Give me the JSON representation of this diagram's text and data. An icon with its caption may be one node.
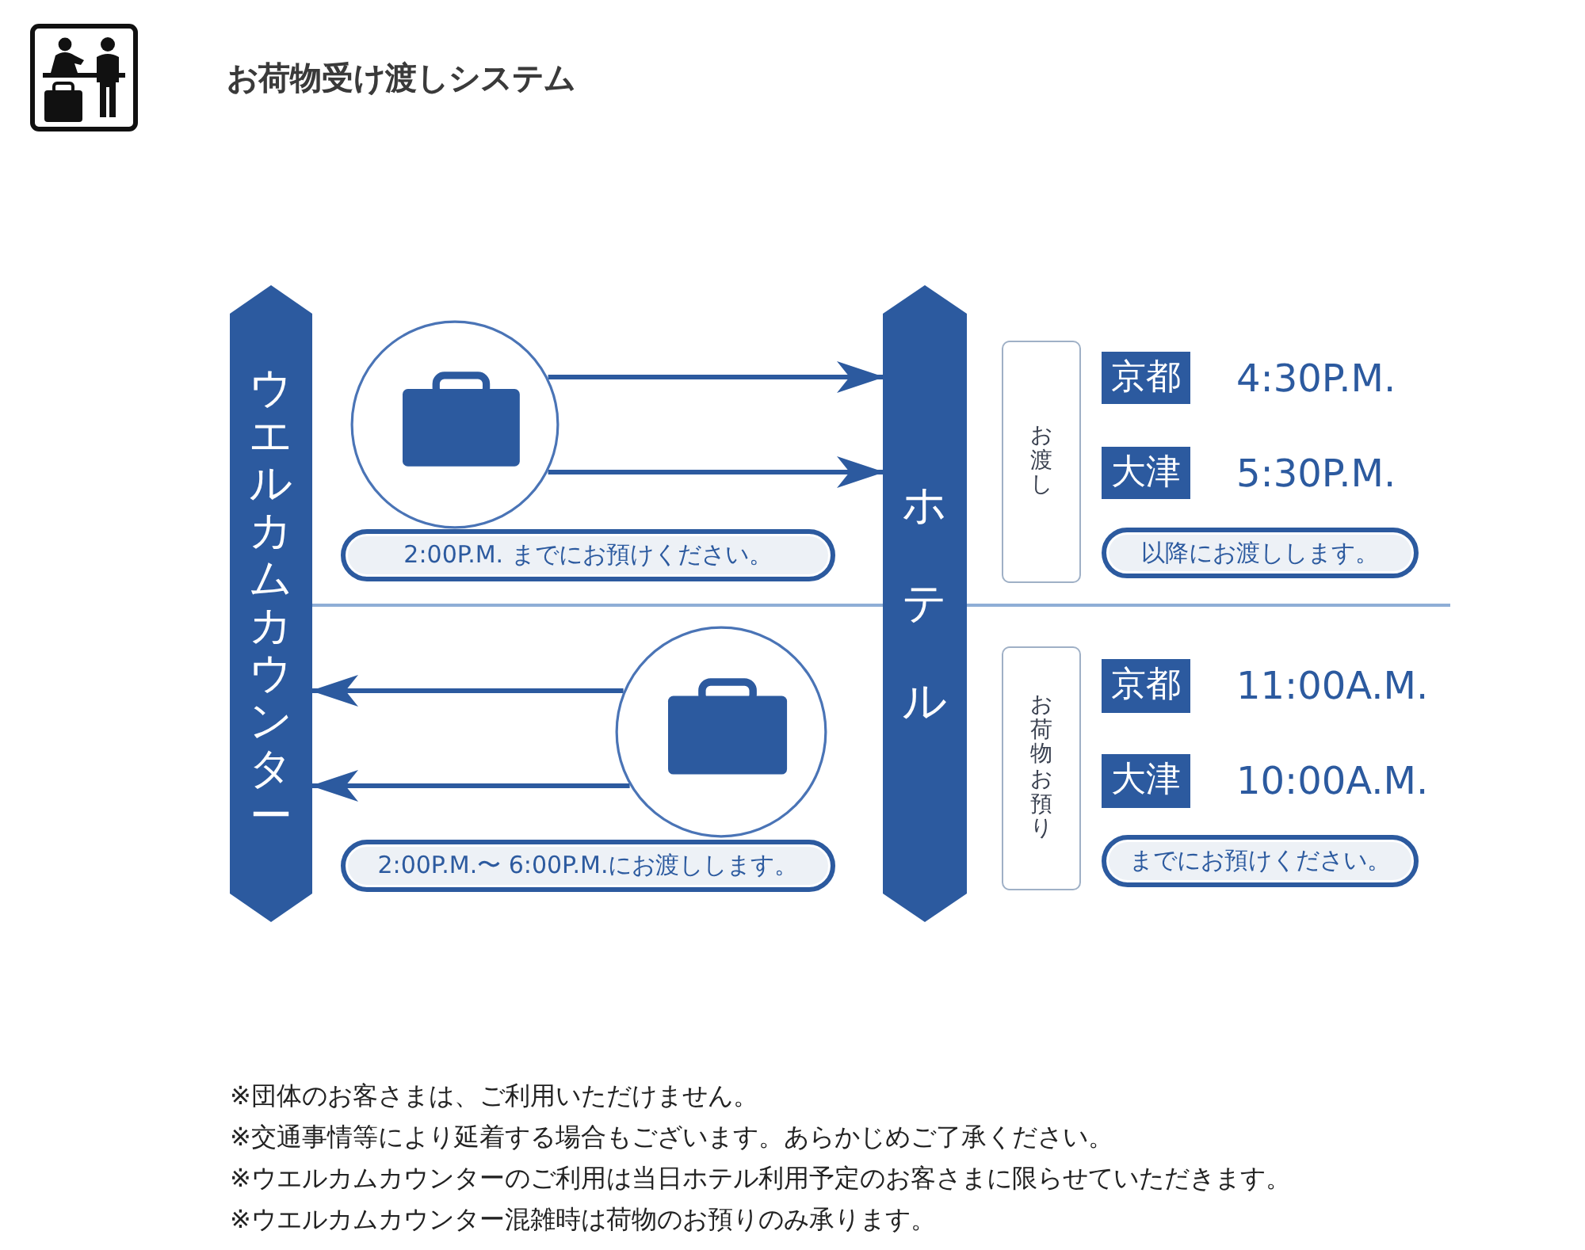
{
  "diagram": {
    "title": "お荷物受け渡しシステム",
    "nodes": [
      {
        "text": [
          "ウエルカムカウンター"
        ]
      },
      {
        "text": [
          "ホテル"
        ]
      },
      {
        "text": [],
        "shape": "picture"
      },
      {
        "text": [
          "2:00P.M. までにお預けください。"
        ]
      },
      {
        "text": [
          "お渡し"
        ]
      },
      {
        "text": [
          "京都"
        ],
        "beside": [
          "4:30P.M."
        ]
      },
      {
        "text": [
          "大津"
        ],
        "beside": [
          "5:30P.M."
        ]
      },
      {
        "text": [
          "以降にお渡しします。"
        ]
      },
      {
        "text": [],
        "shape": "picture"
      },
      {
        "text": [
          "2:00P.M.〜 6:00P.M.にお渡しします。"
        ]
      },
      {
        "text": [
          "お荷物お預り"
        ]
      },
      {
        "text": [
          "京都"
        ],
        "beside": [
          "11:00A.M."
        ]
      },
      {
        "text": [
          "大津"
        ],
        "beside": [
          "10:00A.M."
        ]
      },
      {
        "text": [
          "までにお預けください。"
        ]
      }
    ],
    "edges": [
      {
        "from": 2,
        "to": 1,
        "arrow": "to"
      },
      {
        "from": 2,
        "to": 1,
        "arrow": "to"
      },
      {
        "from": 8,
        "to": 0,
        "arrow": "to"
      },
      {
        "from": 8,
        "to": 0,
        "arrow": "to"
      }
    ],
    "labels": [
      "※団体のお客さまは、ご利用いただけません。",
      "※交通事情等により延着する場合もございます。あらかじめご了承ください。",
      "※ウエルカムカウンターのご利用は当日ホテル利用予定のお客さまに限らせていただきます。",
      "※ウエルカムカウンター混雑時は荷物のお預りのみ承ります。"
    ]
  }
}
